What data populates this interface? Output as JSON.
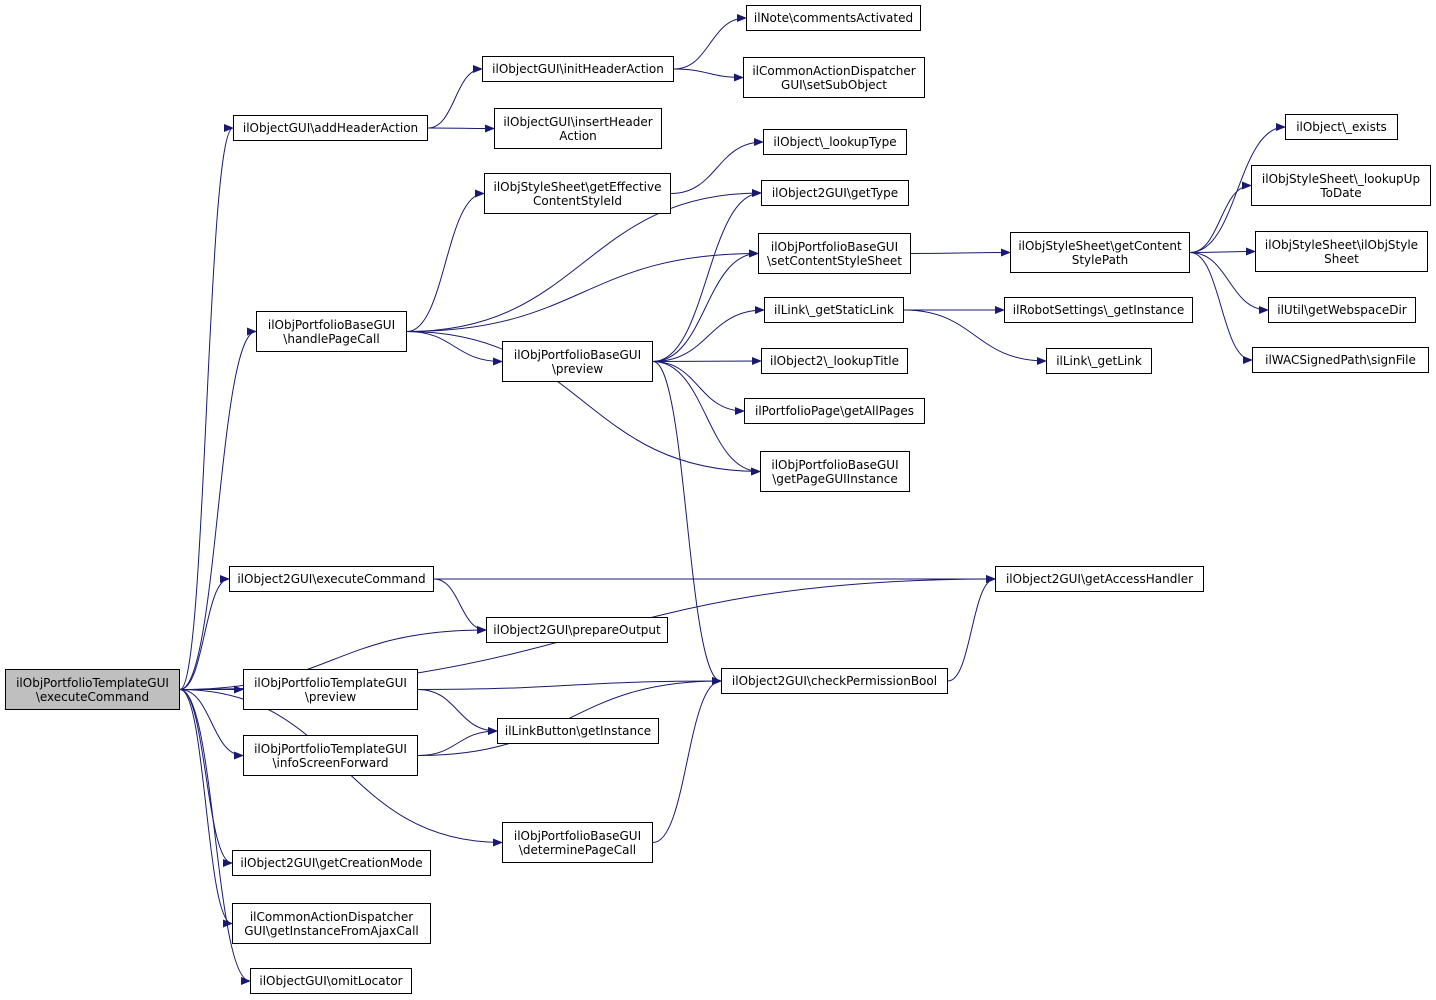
{
  "colors": {
    "edge": "#191970",
    "node_border": "#000000",
    "root_fill": "#bfbfbf",
    "node_fill": "#ffffff"
  },
  "nodes": [
    {
      "id": "root",
      "lines": [
        "ilObjPortfolioTemplateGUI",
        "\\executeCommand"
      ],
      "root": true
    },
    {
      "id": "addHeaderAction",
      "lines": [
        "ilObjectGUI\\addHeaderAction"
      ]
    },
    {
      "id": "initHeaderAction",
      "lines": [
        "ilObjectGUI\\initHeaderAction"
      ]
    },
    {
      "id": "commentsActivated",
      "lines": [
        "ilNote\\commentsActivated"
      ]
    },
    {
      "id": "setSubObject",
      "lines": [
        "ilCommonActionDispatcher",
        "GUI\\setSubObject"
      ]
    },
    {
      "id": "insertHeaderAction",
      "lines": [
        "ilObjectGUI\\insertHeader",
        "Action"
      ]
    },
    {
      "id": "lookupType",
      "lines": [
        "ilObject\\_lookupType"
      ]
    },
    {
      "id": "getEffectiveContentStyleId",
      "lines": [
        "ilObjStyleSheet\\getEffective",
        "ContentStyleId"
      ]
    },
    {
      "id": "getType",
      "lines": [
        "ilObject2GUI\\getType"
      ]
    },
    {
      "id": "handlePageCall",
      "lines": [
        "ilObjPortfolioBaseGUI",
        "\\handlePageCall"
      ]
    },
    {
      "id": "setContentStyleSheet",
      "lines": [
        "ilObjPortfolioBaseGUI",
        "\\setContentStyleSheet"
      ]
    },
    {
      "id": "getContentStylePath",
      "lines": [
        "ilObjStyleSheet\\getContent",
        "StylePath"
      ]
    },
    {
      "id": "exists",
      "lines": [
        "ilObject\\_exists"
      ]
    },
    {
      "id": "lookupUpToDate",
      "lines": [
        "ilObjStyleSheet\\_lookupUp",
        "ToDate"
      ]
    },
    {
      "id": "ilObjStyleSheet",
      "lines": [
        "ilObjStyleSheet\\ilObjStyle",
        "Sheet"
      ]
    },
    {
      "id": "getWebspaceDir",
      "lines": [
        "ilUtil\\getWebspaceDir"
      ]
    },
    {
      "id": "signFile",
      "lines": [
        "ilWACSignedPath\\signFile"
      ]
    },
    {
      "id": "getStaticLink",
      "lines": [
        "ilLink\\_getStaticLink"
      ]
    },
    {
      "id": "robotGetInstance",
      "lines": [
        "ilRobotSettings\\_getInstance"
      ]
    },
    {
      "id": "getLink",
      "lines": [
        "ilLink\\_getLink"
      ]
    },
    {
      "id": "basePreview",
      "lines": [
        "ilObjPortfolioBaseGUI",
        "\\preview"
      ]
    },
    {
      "id": "lookupTitle",
      "lines": [
        "ilObject2\\_lookupTitle"
      ]
    },
    {
      "id": "getAllPages",
      "lines": [
        "ilPortfolioPage\\getAllPages"
      ]
    },
    {
      "id": "getPageGUIInstance",
      "lines": [
        "ilObjPortfolioBaseGUI",
        "\\getPageGUIInstance"
      ]
    },
    {
      "id": "o2ExecuteCommand",
      "lines": [
        "ilObject2GUI\\executeCommand"
      ]
    },
    {
      "id": "getAccessHandler",
      "lines": [
        "ilObject2GUI\\getAccessHandler"
      ]
    },
    {
      "id": "prepareOutput",
      "lines": [
        "ilObject2GUI\\prepareOutput"
      ]
    },
    {
      "id": "tplPreview",
      "lines": [
        "ilObjPortfolioTemplateGUI",
        "\\preview"
      ]
    },
    {
      "id": "checkPermissionBool",
      "lines": [
        "ilObject2GUI\\checkPermissionBool"
      ]
    },
    {
      "id": "linkButtonGetInstance",
      "lines": [
        "ilLinkButton\\getInstance"
      ]
    },
    {
      "id": "infoScreenForward",
      "lines": [
        "ilObjPortfolioTemplateGUI",
        "\\infoScreenForward"
      ]
    },
    {
      "id": "determinePageCall",
      "lines": [
        "ilObjPortfolioBaseGUI",
        "\\determinePageCall"
      ]
    },
    {
      "id": "getCreationMode",
      "lines": [
        "ilObject2GUI\\getCreationMode"
      ]
    },
    {
      "id": "getInstanceFromAjaxCall",
      "lines": [
        "ilCommonActionDispatcher",
        "GUI\\getInstanceFromAjaxCall"
      ]
    },
    {
      "id": "omitLocator",
      "lines": [
        "ilObjectGUI\\omitLocator"
      ]
    }
  ],
  "edges": [
    [
      "root",
      "addHeaderAction"
    ],
    [
      "root",
      "handlePageCall"
    ],
    [
      "root",
      "getAccessHandler"
    ],
    [
      "root",
      "o2ExecuteCommand"
    ],
    [
      "root",
      "prepareOutput"
    ],
    [
      "root",
      "tplPreview"
    ],
    [
      "root",
      "infoScreenForward"
    ],
    [
      "root",
      "determinePageCall"
    ],
    [
      "root",
      "getCreationMode"
    ],
    [
      "root",
      "getInstanceFromAjaxCall"
    ],
    [
      "root",
      "omitLocator"
    ],
    [
      "addHeaderAction",
      "initHeaderAction"
    ],
    [
      "addHeaderAction",
      "insertHeaderAction"
    ],
    [
      "initHeaderAction",
      "commentsActivated"
    ],
    [
      "initHeaderAction",
      "setSubObject"
    ],
    [
      "getEffectiveContentStyleId",
      "lookupType"
    ],
    [
      "handlePageCall",
      "getEffectiveContentStyleId"
    ],
    [
      "handlePageCall",
      "getType"
    ],
    [
      "handlePageCall",
      "setContentStyleSheet"
    ],
    [
      "handlePageCall",
      "basePreview"
    ],
    [
      "handlePageCall",
      "getPageGUIInstance"
    ],
    [
      "setContentStyleSheet",
      "getContentStylePath"
    ],
    [
      "getContentStylePath",
      "exists"
    ],
    [
      "getContentStylePath",
      "lookupUpToDate"
    ],
    [
      "getContentStylePath",
      "ilObjStyleSheet"
    ],
    [
      "getContentStylePath",
      "getWebspaceDir"
    ],
    [
      "getContentStylePath",
      "signFile"
    ],
    [
      "getStaticLink",
      "robotGetInstance"
    ],
    [
      "getStaticLink",
      "getLink"
    ],
    [
      "basePreview",
      "getType"
    ],
    [
      "basePreview",
      "setContentStyleSheet"
    ],
    [
      "basePreview",
      "getStaticLink"
    ],
    [
      "basePreview",
      "lookupTitle"
    ],
    [
      "basePreview",
      "getAllPages"
    ],
    [
      "basePreview",
      "getPageGUIInstance"
    ],
    [
      "basePreview",
      "checkPermissionBool"
    ],
    [
      "o2ExecuteCommand",
      "getAccessHandler"
    ],
    [
      "o2ExecuteCommand",
      "prepareOutput"
    ],
    [
      "checkPermissionBool",
      "getAccessHandler"
    ],
    [
      "tplPreview",
      "checkPermissionBool"
    ],
    [
      "tplPreview",
      "linkButtonGetInstance"
    ],
    [
      "infoScreenForward",
      "linkButtonGetInstance"
    ],
    [
      "infoScreenForward",
      "checkPermissionBool"
    ],
    [
      "determinePageCall",
      "checkPermissionBool"
    ]
  ]
}
